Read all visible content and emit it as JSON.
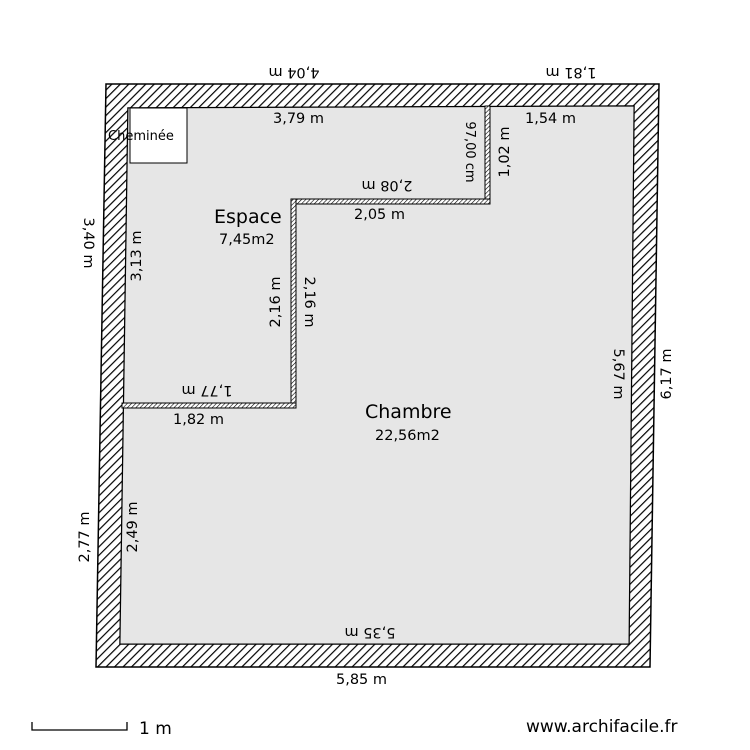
{
  "rooms": {
    "chambre": {
      "name": "Chambre",
      "area": "22,56m2"
    },
    "espace": {
      "name": "Espace",
      "area": "7,45m2"
    },
    "cheminee": {
      "name": "Cheminée"
    }
  },
  "dimensions": {
    "top_outer_left": "4,04 m",
    "top_outer_right": "1,81 m",
    "top_inner_left": "3,79 m",
    "top_inner_right": "1,54 m",
    "small_vert_a": "97,00 cm",
    "small_vert_b": "1,02 m",
    "step_upper": "2,08 m",
    "step_lower": "2,05 m",
    "left_outer_upper": "3,40 m",
    "left_inner_upper": "3,13 m",
    "step_vert_a": "2,16 m",
    "step_vert_b": "2,16 m",
    "right_inner": "5,67 m",
    "right_outer": "6,17 m",
    "ledge_upper": "1,77 m",
    "ledge_lower": "1,82 m",
    "left_outer_lower": "2,77 m",
    "left_inner_lower": "2,49 m",
    "bottom_inner": "5,35 m",
    "bottom_outer": "5,85 m"
  },
  "scale": {
    "label": "1 m"
  },
  "watermark": "www.archifacile.fr",
  "colors": {
    "floor": "#e6e6e6",
    "wall": "#000000",
    "hatch": "#000000"
  }
}
